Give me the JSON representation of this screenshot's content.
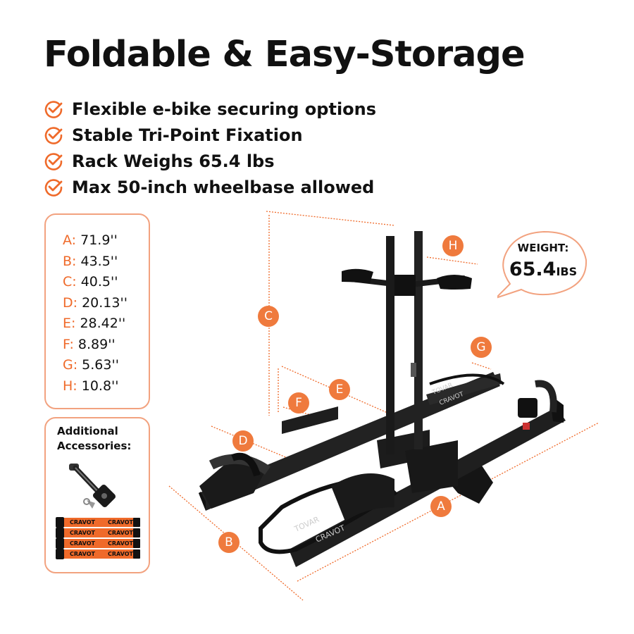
{
  "title": "Foldable & Easy-Storage",
  "features": [
    "Flexible e-bike securing options",
    "Stable  Tri-Point Fixation",
    "Rack Weighs 65.4 lbs",
    "Max 50-inch wheelbase allowed"
  ],
  "feature_icon": "check-circle-icon",
  "dimensions": [
    {
      "key": "A:",
      "value": " 71.9''"
    },
    {
      "key": "B:",
      "value": " 43.5''"
    },
    {
      "key": "C:",
      "value": " 40.5''"
    },
    {
      "key": "D:",
      "value": " 20.13''"
    },
    {
      "key": "E:",
      "value": " 28.42''"
    },
    {
      "key": "F:",
      "value": " 8.89''"
    },
    {
      "key": "G:",
      "value": " 5.63''"
    },
    {
      "key": "H:",
      "value": " 10.8''"
    }
  ],
  "accessories": {
    "title_line1": "Additional",
    "title_line2": "Accessories:",
    "strap_text": "CRAVOT"
  },
  "weight": {
    "label": "WEIGHT:",
    "value": "65.4",
    "unit": "IBS"
  },
  "labels": {
    "A": "A",
    "B": "B",
    "C": "C",
    "D": "D",
    "E": "E",
    "F": "F",
    "G": "G",
    "H": "H"
  },
  "rack_text": {
    "brand": "CRAVOT",
    "model": "TOVAR"
  },
  "colors": {
    "accent": "#ef6a2a",
    "badge": "#ef7a3d",
    "border": "#f2a27f",
    "text": "#111111"
  }
}
